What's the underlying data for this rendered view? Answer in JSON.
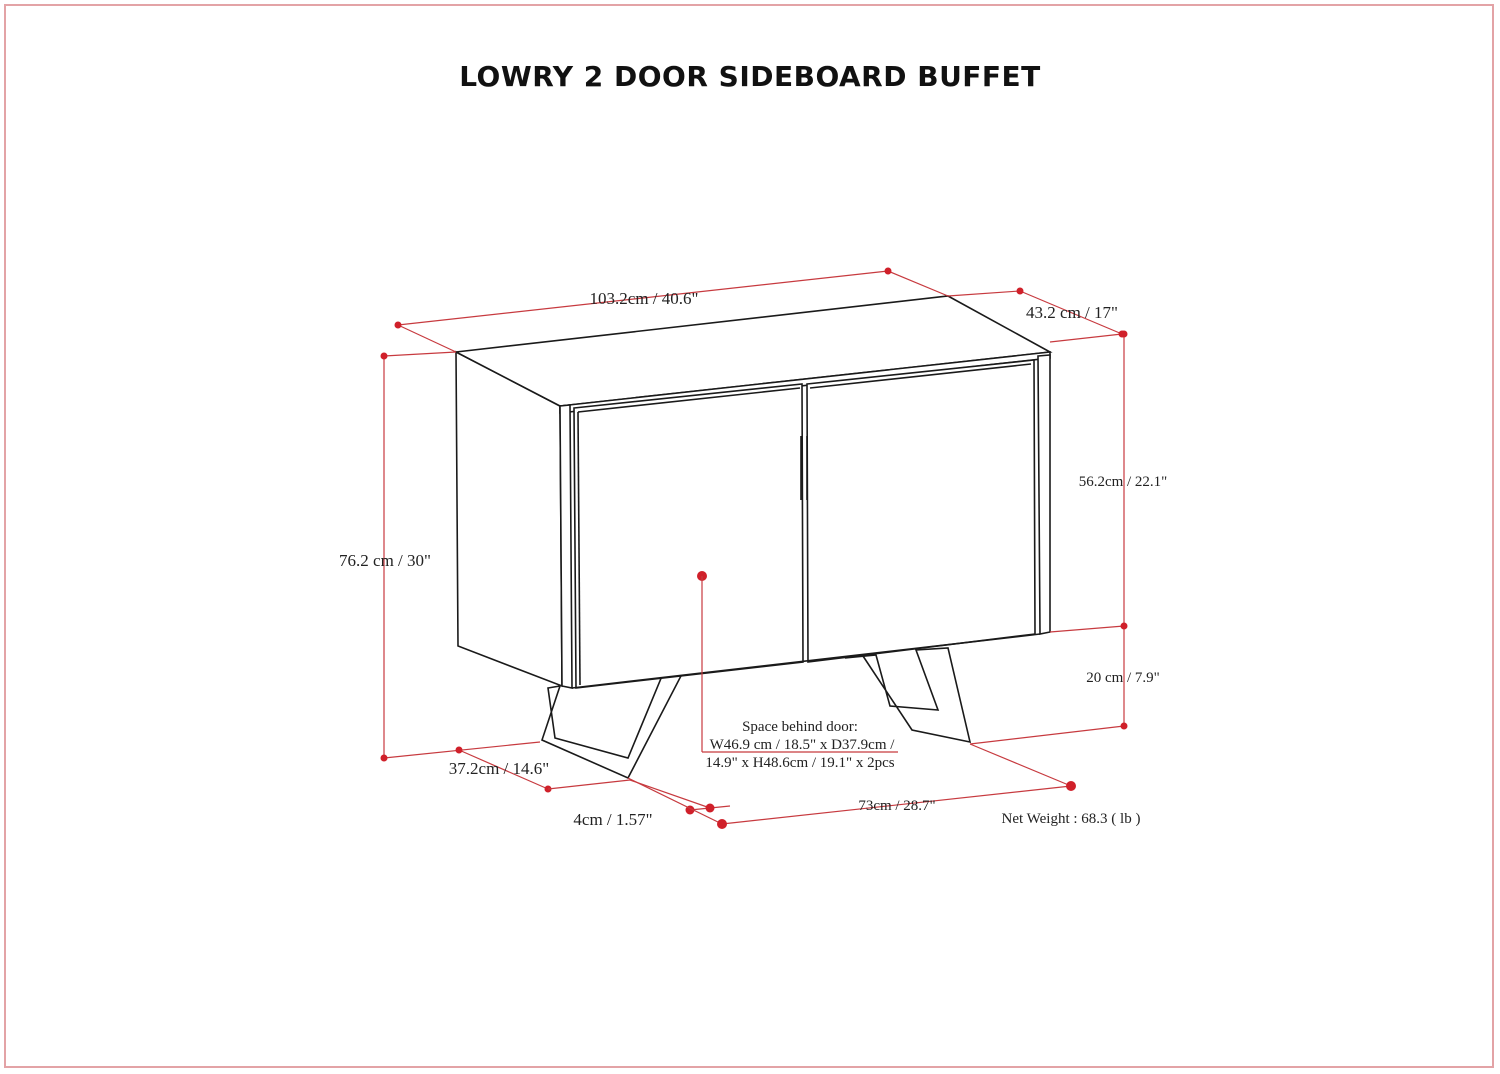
{
  "title": "LOWRY 2 DOOR SIDEBOARD BUFFET",
  "colors": {
    "dimension": "#c73a3f",
    "dot": "#d0202a",
    "outline": "#1a1a1a",
    "frame": "#e3a3a6"
  },
  "dimensions": {
    "width": "103.2cm / 40.6\"",
    "depth": "43.2 cm / 17\"",
    "height": "76.2 cm / 30\"",
    "cabinet_height": "56.2cm / 22.1\"",
    "leg_height": "20 cm / 7.9\"",
    "leg_depth": "37.2cm / 14.6\"",
    "leg_thickness": "4cm / 1.57\"",
    "leg_span": "73cm / 28.7\""
  },
  "space_behind_door": {
    "line1": "Space behind door:",
    "line2": "W46.9 cm / 18.5\" x D37.9cm /",
    "line3": "14.9\" x H48.6cm / 19.1\" x 2pcs"
  },
  "net_weight": "Net Weight : 68.3 ( lb )"
}
